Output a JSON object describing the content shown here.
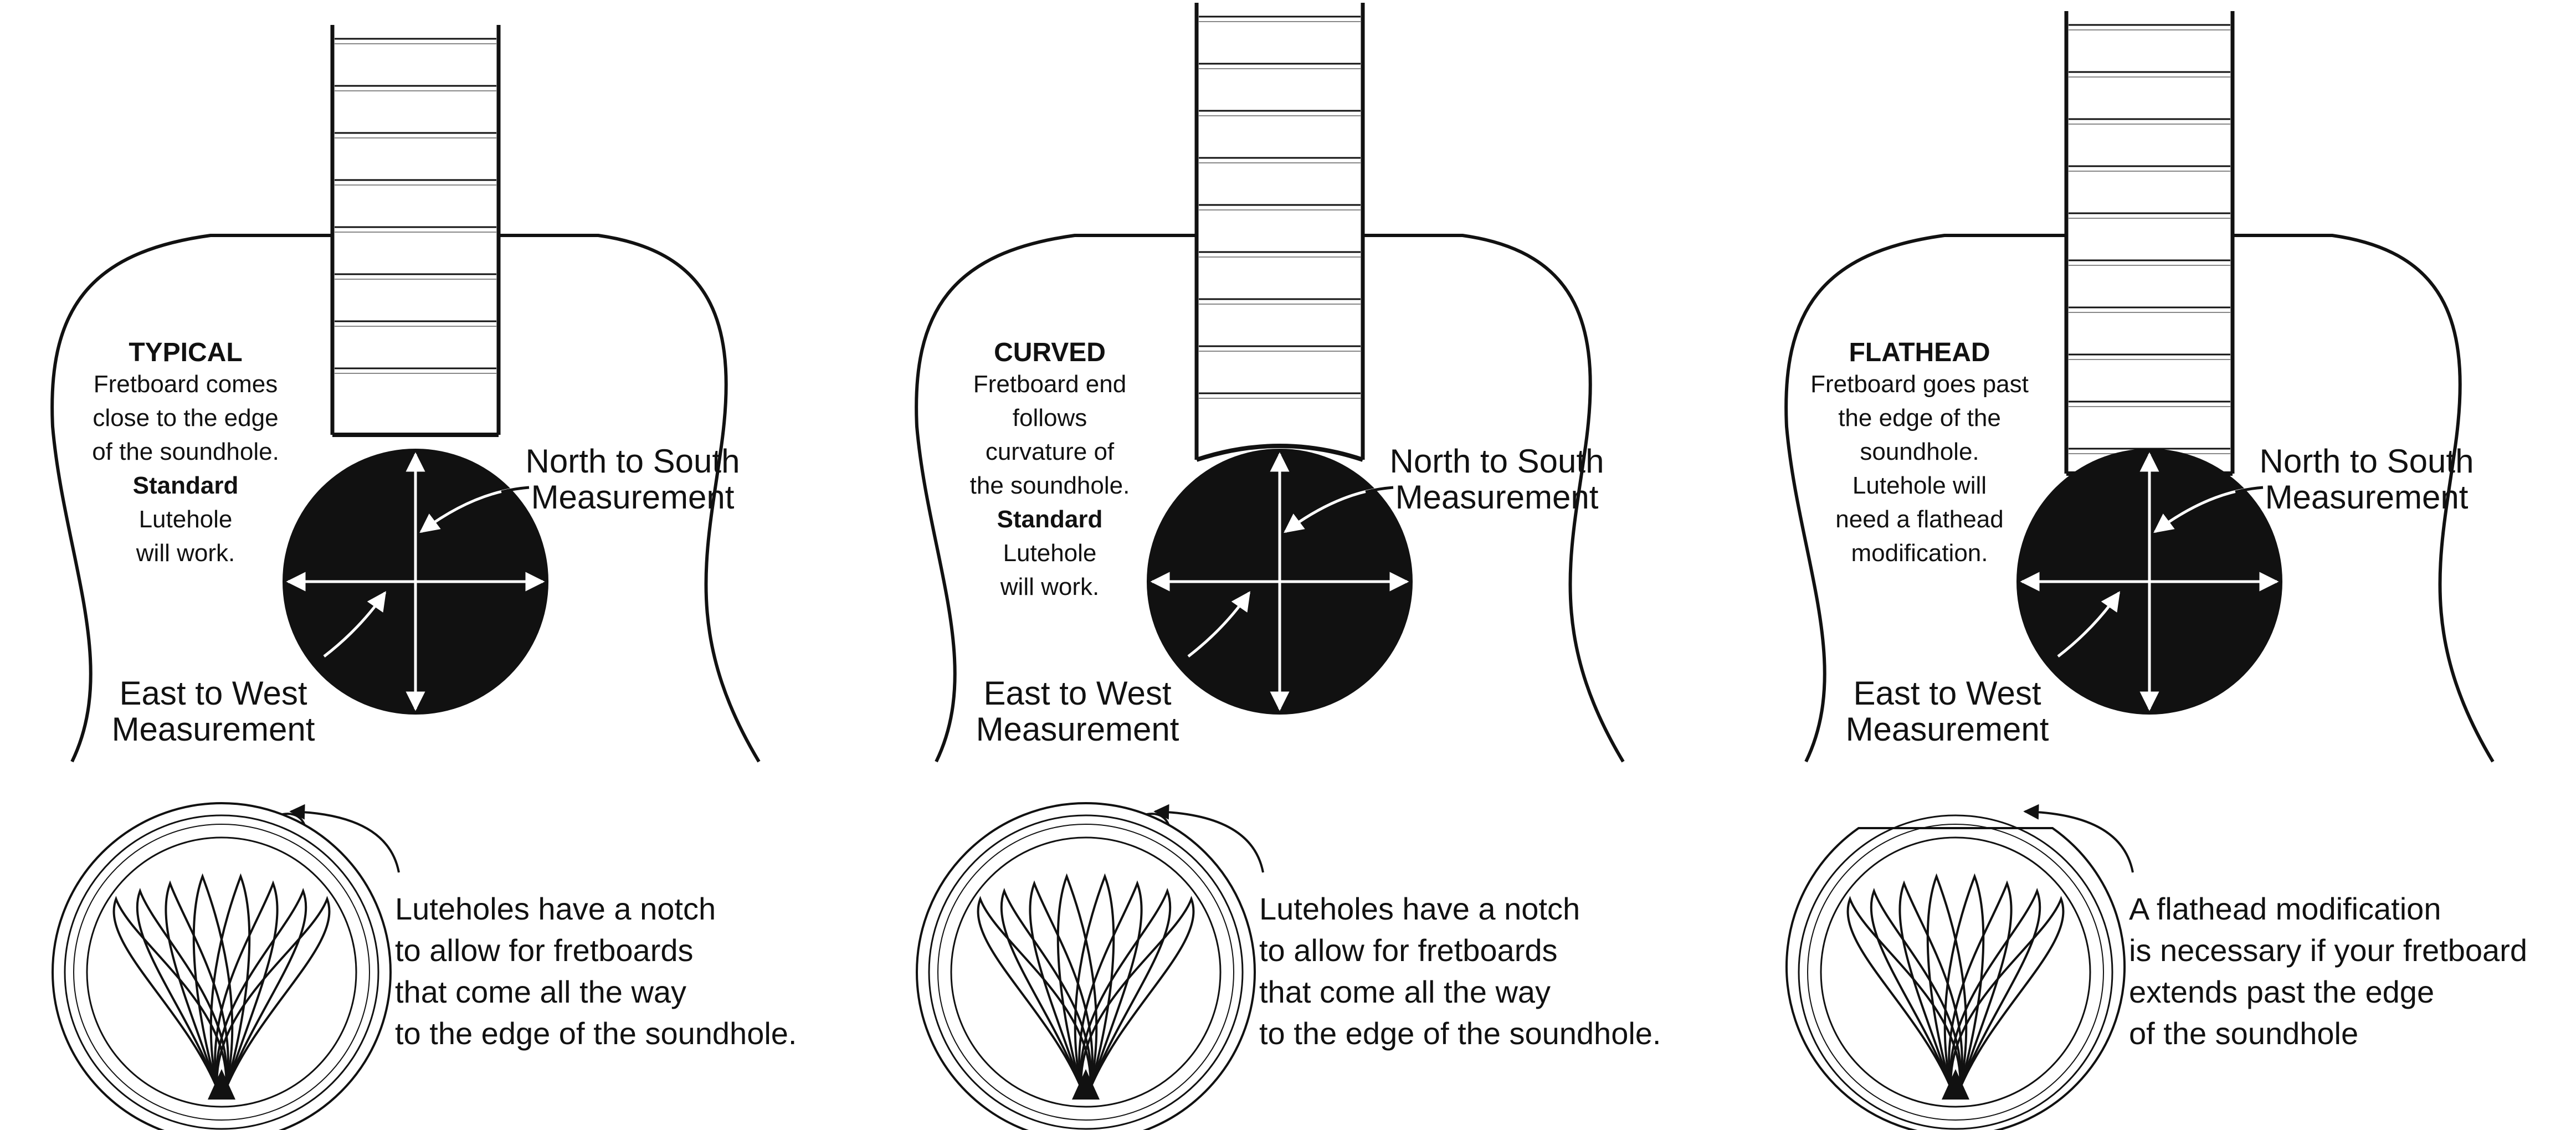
{
  "panels": [
    {
      "variant": "typical",
      "title": "TYPICAL",
      "desc": [
        "Fretboard comes",
        "close to the edge",
        "of the soundhole."
      ],
      "standard": "Standard",
      "tail": [
        "Lutehole",
        "will work."
      ],
      "ns_label": [
        "North to South",
        "Measurement"
      ],
      "ew_label": [
        "East to West",
        "Measurement"
      ],
      "note": [
        "Luteholes have a notch",
        "to allow for fretboards",
        "that come all the way",
        "to the edge of the soundhole."
      ]
    },
    {
      "variant": "curved",
      "title": "CURVED",
      "desc": [
        "Fretboard end",
        "follows",
        "curvature of",
        "the soundhole."
      ],
      "standard": "Standard",
      "tail": [
        "Lutehole",
        "will work."
      ],
      "ns_label": [
        "North to South",
        "Measurement"
      ],
      "ew_label": [
        "East to West",
        "Measurement"
      ],
      "note": [
        "Luteholes have a notch",
        "to allow for fretboards",
        "that come all the way",
        "to the edge of the soundhole."
      ]
    },
    {
      "variant": "flathead",
      "title": "FLATHEAD",
      "desc": [
        "Fretboard goes past",
        "the edge of the",
        "soundhole.",
        "Lutehole will",
        "need a flathead",
        "modification."
      ],
      "standard": "",
      "tail": [],
      "ns_label": [
        "North to South",
        "Measurement"
      ],
      "ew_label": [
        "East to West",
        "Measurement"
      ],
      "note": [
        "A flathead modification",
        "is necessary if your fretboard",
        "extends past the edge",
        "of the soundhole"
      ]
    }
  ],
  "colors": {
    "ink": "#111111",
    "background": "#ffffff"
  }
}
